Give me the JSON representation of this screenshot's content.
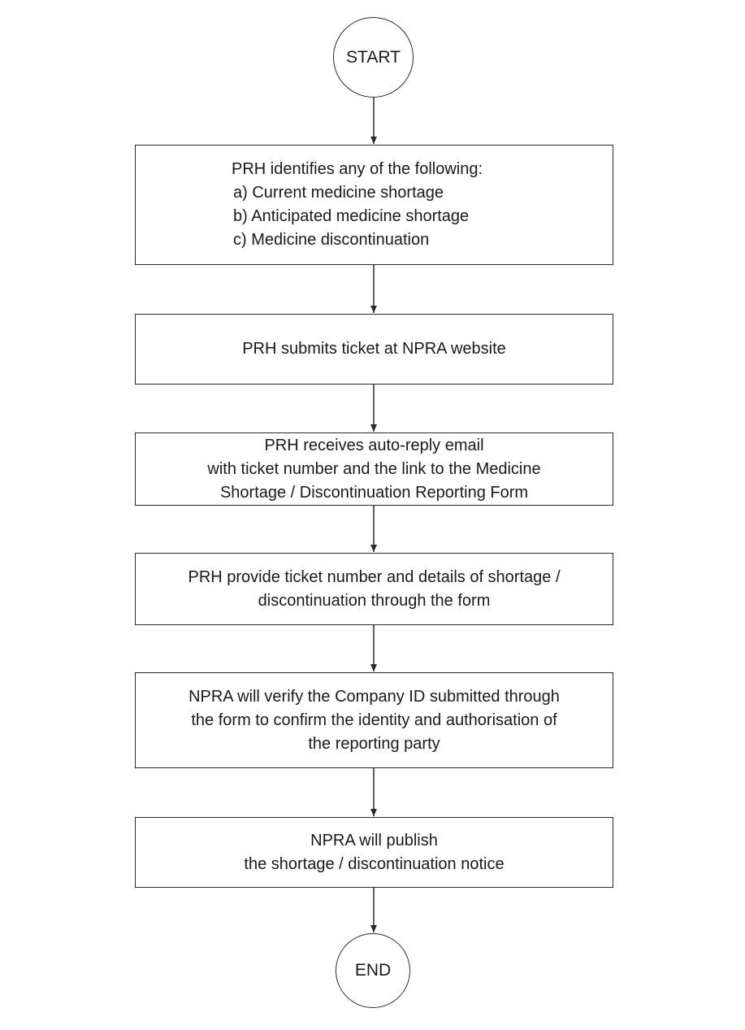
{
  "flowchart": {
    "start_label": "START",
    "end_label": "END",
    "steps": [
      {
        "lines": [
          "PRH identifies any of the following:",
          "a) Current medicine shortage",
          "b) Anticipated medicine shortage",
          "c) Medicine discontinuation"
        ]
      },
      {
        "lines": [
          "PRH submits ticket at NPRA website"
        ]
      },
      {
        "lines": [
          "PRH receives auto-reply email",
          "with ticket number and the link to the Medicine",
          "Shortage / Discontinuation Reporting Form"
        ]
      },
      {
        "lines": [
          "PRH provide ticket number and details of shortage /",
          "discontinuation through the form"
        ]
      },
      {
        "lines": [
          "NPRA will verify the Company ID submitted through",
          "the form to confirm the identity and authorisation of",
          "the reporting party"
        ]
      },
      {
        "lines": [
          "NPRA will publish",
          "the shortage / discontinuation notice"
        ]
      }
    ]
  },
  "colors": {
    "stroke": "#2b2b2b",
    "text": "#1a1a1a",
    "background": "#ffffff"
  }
}
